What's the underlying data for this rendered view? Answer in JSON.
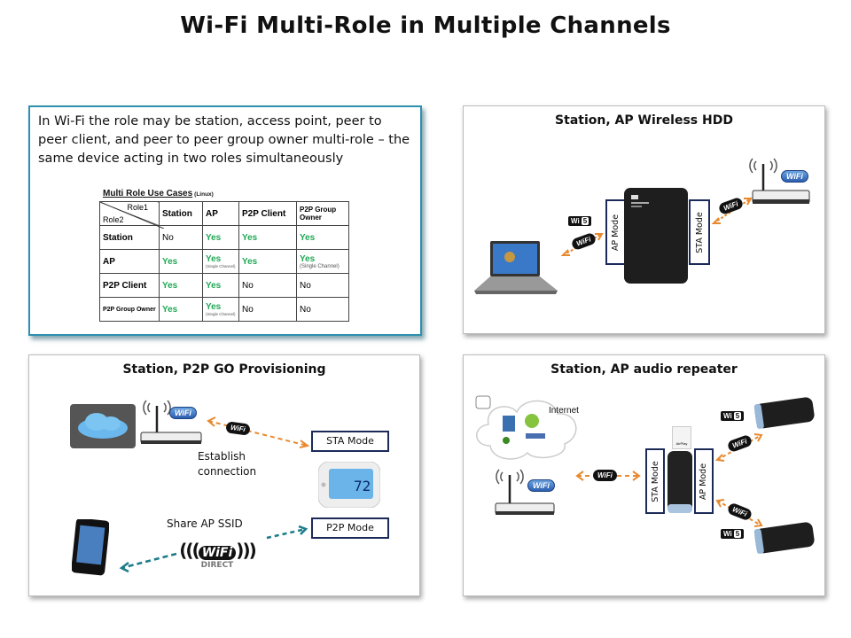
{
  "title": "Wi-Fi Multi-Role in Multiple Channels",
  "intro_panel": {
    "text": "In Wi-Fi the role may be station, access point, peer to peer client, and peer to peer group owner multi-role – the same device acting in two roles simultaneously",
    "table": {
      "caption": "Multi Role Use Cases",
      "caption_note": "(Linux)",
      "corner_role1": "Role1",
      "corner_role2": "Role2",
      "columns": [
        "Station",
        "AP",
        "P2P Client",
        "P2P Group Owner"
      ],
      "rows": [
        {
          "label": "Station",
          "cells": [
            {
              "v": "No",
              "note": ""
            },
            {
              "v": "Yes",
              "note": ""
            },
            {
              "v": "Yes",
              "note": ""
            },
            {
              "v": "Yes",
              "note": ""
            }
          ]
        },
        {
          "label": "AP",
          "cells": [
            {
              "v": "Yes",
              "note": ""
            },
            {
              "v": "Yes",
              "note": "(Single Channel)"
            },
            {
              "v": "Yes",
              "note": ""
            },
            {
              "v": "Yes",
              "note": "(Single Channel)"
            }
          ]
        },
        {
          "label": "P2P Client",
          "cells": [
            {
              "v": "Yes",
              "note": ""
            },
            {
              "v": "Yes",
              "note": ""
            },
            {
              "v": "No",
              "note": ""
            },
            {
              "v": "No",
              "note": ""
            }
          ]
        },
        {
          "label": "P2P Group Owner",
          "cells": [
            {
              "v": "Yes",
              "note": ""
            },
            {
              "v": "Yes",
              "note": "(Single Channel)"
            },
            {
              "v": "No",
              "note": ""
            },
            {
              "v": "No",
              "note": ""
            }
          ]
        }
      ]
    }
  },
  "hdd_panel": {
    "title": "Station, AP Wireless HDD",
    "ap_mode": "AP Mode",
    "sta_mode": "STA Mode",
    "wifi5_label": "Wi",
    "wifi5_num": "5",
    "wifi_label": "WiFi"
  },
  "p2p_panel": {
    "title": "Station, P2P GO Provisioning",
    "sta_mode": "STA Mode",
    "p2p_mode": "P2P Mode",
    "establish": "Establish connection",
    "share": "Share AP SSID",
    "wifi_label": "WiFi",
    "wifi_direct": "DIRECT",
    "thermostat_temp": "72"
  },
  "audio_panel": {
    "title": "Station, AP audio repeater",
    "internet": "Internet",
    "sta_mode": "STA Mode",
    "ap_mode": "AP Mode",
    "wifi5_label": "Wi",
    "wifi5_num": "5",
    "wifi_label": "WiFi",
    "airplay": "AirPlay"
  },
  "colors": {
    "accent_border": "#2e8fae",
    "mode_box_border": "#1c2a5a",
    "yes_green": "#1fa855",
    "arrow_orange": "#e8892e",
    "arrow_teal": "#1b7c8a"
  }
}
